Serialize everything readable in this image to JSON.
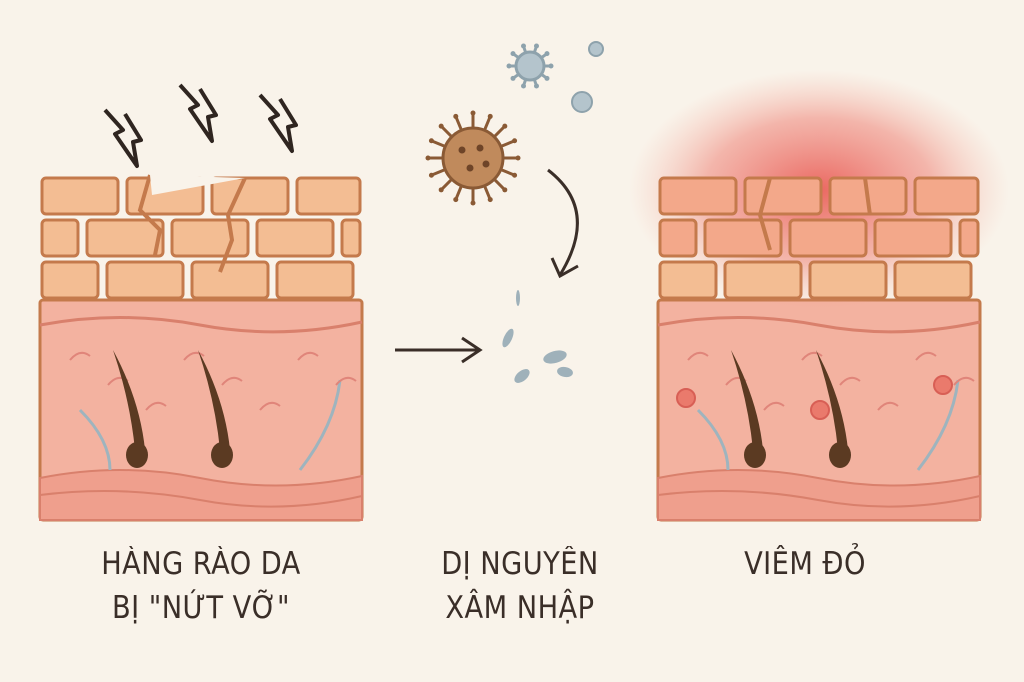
{
  "panels": [
    {
      "id": "barrier",
      "label_line1": "HÀNG RÀO DA",
      "label_line2": "BỊ \"NỨT VỠ\""
    },
    {
      "id": "allergen",
      "label_line1": "DỊ NGUYÊN",
      "label_line2": "XÂM NHẬP"
    },
    {
      "id": "inflammation",
      "label_line1": "VIÊM ĐỎ"
    }
  ],
  "colors": {
    "background": "#f9f3ea",
    "brick": "#f3bd93",
    "brick_outline": "#c47a4c",
    "dermis": "#f3b2a0",
    "deep_layer": "#ef9f8d",
    "inflammation": "#e8504a",
    "pathogen": "#b07a50",
    "allergen_particle": "#9fb1ba",
    "text": "#3a2e28"
  }
}
